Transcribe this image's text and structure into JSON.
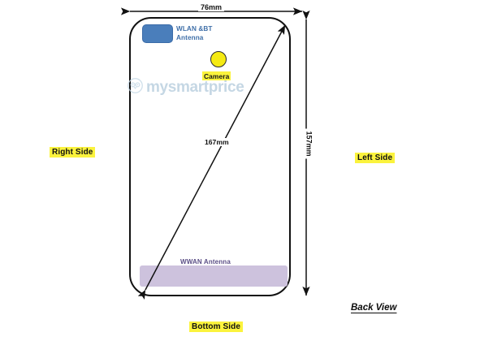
{
  "diagram": {
    "title": "Back View",
    "view_label": "Back View",
    "device_outline": {
      "name": "phone-body",
      "shape": "rounded-rectangle"
    },
    "dimensions": {
      "width_label": "76mm",
      "height_label": "157mm",
      "diagonal_label": "167mm"
    },
    "components": {
      "wlan_bt_antenna": {
        "label_line1": "WLAN &BT",
        "label_line2": "Antenna",
        "color": "#4a7ebb"
      },
      "camera": {
        "label": "Camera",
        "color": "#f5ea13",
        "highlight": "#fbf33d"
      },
      "wwan_antenna": {
        "label": "WWAN Antenna",
        "color": "#cdc2dd"
      }
    },
    "side_labels": {
      "right": "Right Side",
      "left": "Left Side",
      "bottom": "Bottom Side"
    },
    "highlight_color": "#fbf33d",
    "line_color": "#111111",
    "background": "#ffffff"
  },
  "watermark": {
    "text": "mysmartprice",
    "icon": "owl-icon",
    "color": "#b9cfdf"
  }
}
